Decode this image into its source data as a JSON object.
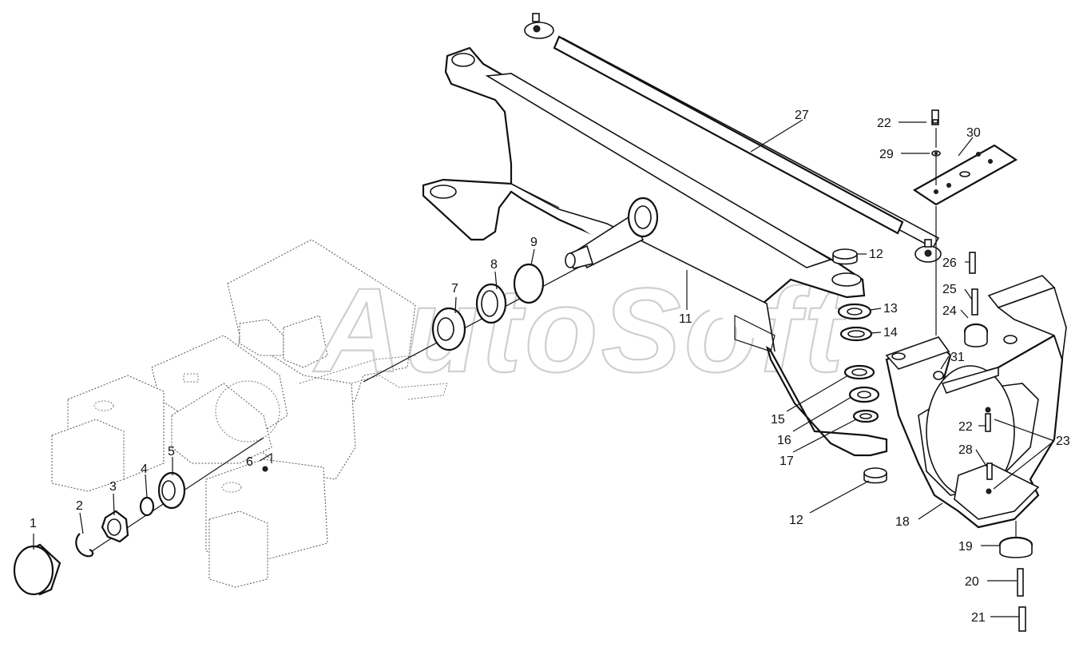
{
  "watermark": "AutoSoft",
  "callouts": [
    "1",
    "2",
    "3",
    "4",
    "5",
    "6",
    "7",
    "8",
    "9",
    "11",
    "12",
    "12",
    "13",
    "14",
    "15",
    "16",
    "17",
    "18",
    "19",
    "20",
    "21",
    "22",
    "22",
    "23",
    "24",
    "25",
    "26",
    "27",
    "28",
    "29",
    "30",
    "31"
  ]
}
